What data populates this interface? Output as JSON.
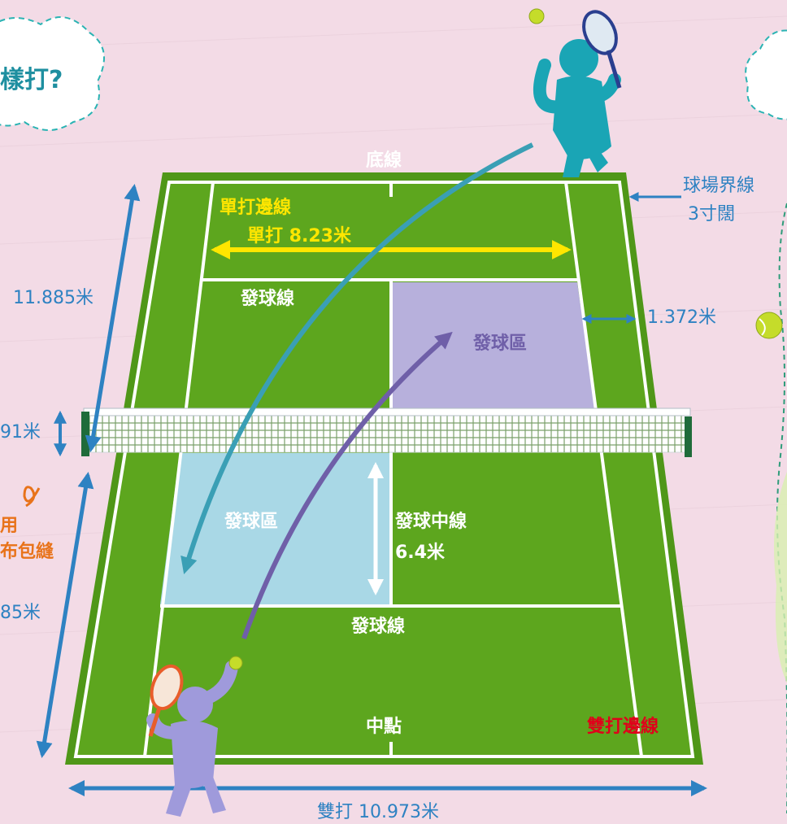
{
  "labels": {
    "baseline": "底線",
    "singles_sideline": "單打邊線",
    "singles_width": "單打 8.23米",
    "service_line_top": "發球線",
    "service_box_top": "發球區",
    "service_box_bottom": "發球區",
    "center_service_line": "發球中線",
    "service_length": "6.4米",
    "service_line_bottom": "發球線",
    "center_mark": "中點",
    "doubles_sideline": "雙打邊線",
    "doubles_width": "雙打 10.973米",
    "court_boundary_line_1": "球場界線",
    "court_boundary_line_2": "3寸闊",
    "alley_width": "1.372米",
    "half_length_top": "11.885米",
    "net_height": "91米",
    "half_length_bottom": "85米",
    "cloud_text": "樣打?",
    "orange_text_1": "用",
    "orange_text_2": "布包縫"
  },
  "colors": {
    "background": "#f3dbe6",
    "court_green": "#5da61e",
    "service_box_blue": "#a9d8e6",
    "service_box_purple": "#b7b0dc",
    "dimension_blue": "#2e82c2",
    "singles_yellow": "#ffe600",
    "doubles_red": "#e0001a",
    "player_teal": "#1aa5b5",
    "player_lavender": "#9f9adb",
    "ball": "#c5dc2a"
  },
  "icons": [
    "tennis-player-top-icon",
    "tennis-player-bottom-icon",
    "tennis-ball-icon",
    "tennis-racket-icon",
    "tennis-net-icon"
  ]
}
